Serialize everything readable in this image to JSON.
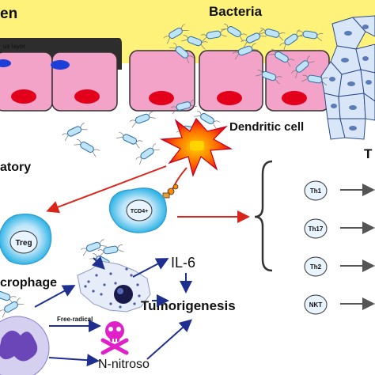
{
  "labels": {
    "lumen": "en",
    "bacteria": "Bacteria",
    "mucus_layer": "us layer",
    "dendritic_cell": "Dendritic cell",
    "inflammatory": "atory",
    "tcd4": "TCD4+",
    "treg": "Treg",
    "macrophage": "crophage",
    "il6": "IL-6",
    "tumorigenesis": "Tumorigenesis",
    "free_radical": "Free-radical",
    "n_nitroso": "N-nitroso",
    "t_cell_partial": "T"
  },
  "t_subsets": [
    "Th1",
    "Th17",
    "Th2",
    "NKT"
  ],
  "colors": {
    "lumen_yellow": "#fff27a",
    "mucus_dark": "#2d2d2d",
    "epithelial_pink": "#f4a3c8",
    "nucleus_red": "#e3001b",
    "tcell_blue": "#35b6e6",
    "tcell_core": "#eef6ff",
    "arrow_red": "#d9261c",
    "arrow_blue": "#1f2f8f",
    "dendritic_red": "#e8001c",
    "skull_magenta": "#e020c8",
    "neutrophil_purple": "#6b46b8"
  }
}
